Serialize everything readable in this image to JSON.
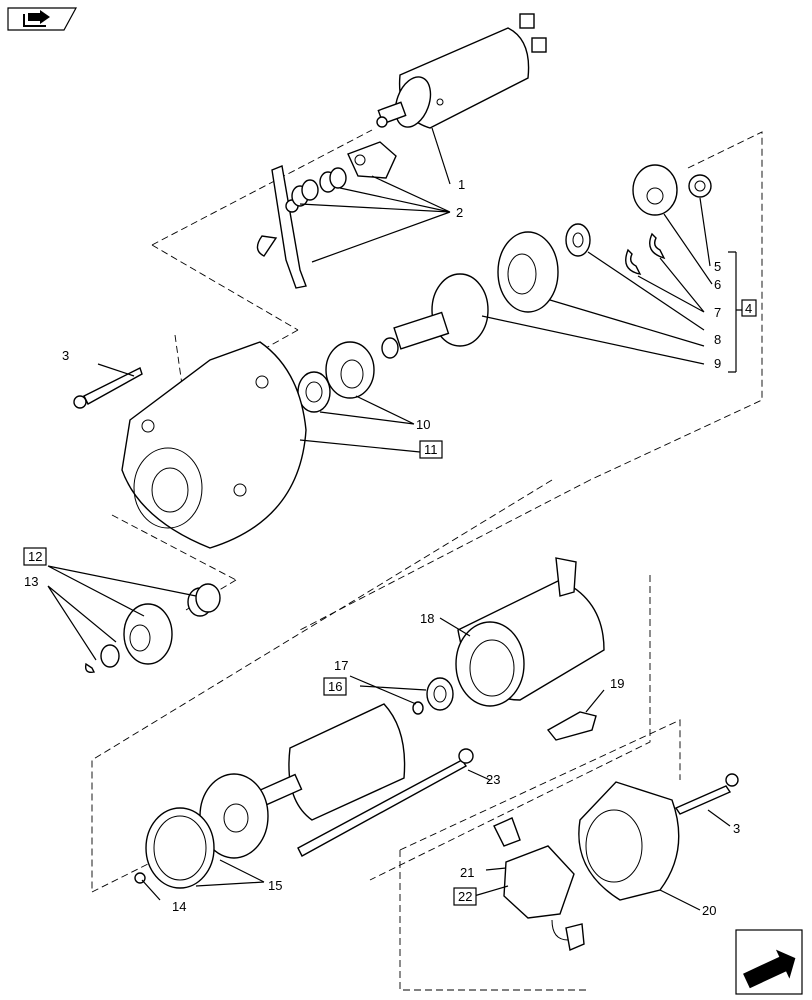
{
  "callouts": {
    "c1": "1",
    "c2": "2",
    "c3a": "3",
    "c3b": "3",
    "c4": "4",
    "c5": "5",
    "c6": "6",
    "c7": "7",
    "c8": "8",
    "c9": "9",
    "c10": "10",
    "c11": "11",
    "c12": "12",
    "c13": "13",
    "c14": "14",
    "c15": "15",
    "c16": "16",
    "c17": "17",
    "c18": "18",
    "c19": "19",
    "c20": "20",
    "c21": "21",
    "c22": "22",
    "c23": "23"
  },
  "icons": {
    "top_left": "book-arrow-icon",
    "bottom_right": "next-page-arrow-icon"
  }
}
